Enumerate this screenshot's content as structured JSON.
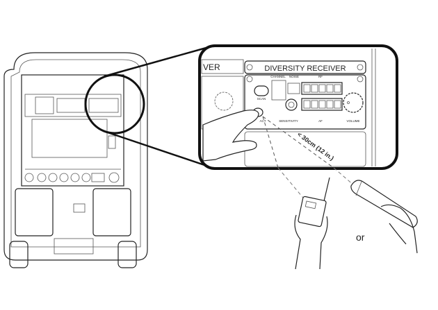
{
  "panel": {
    "title": "DIVERSITY RECEIVER",
    "adjacent_title_fragment": "VER",
    "labels": {
      "channel": "CHANNEL",
      "noise": "NOISE",
      "rf": "RF",
      "scan": "SCAN",
      "act": "ACT",
      "sensitivity": "SENSITIVITY",
      "af": "AF",
      "volume": "VOLUME"
    }
  },
  "distance_label": "< 30cm (12 in.)",
  "or_label": "or"
}
